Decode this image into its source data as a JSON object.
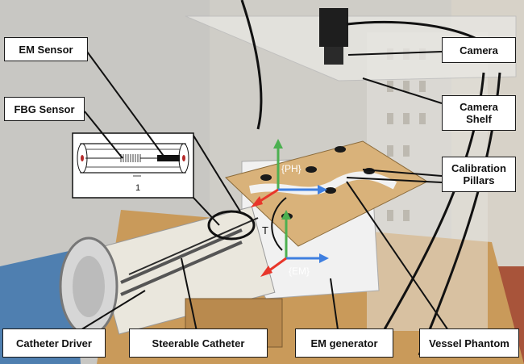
{
  "labels": {
    "em_sensor": "EM Sensor",
    "fbg_sensor": "FBG Sensor",
    "camera": "Camera",
    "camera_shelf_line1": "Camera",
    "camera_shelf_line2": "Shelf",
    "calibration_line1": "Calibration",
    "calibration_line2": "Pillars",
    "catheter_driver": "Catheter Driver",
    "steerable_catheter": "Steerable Catheter",
    "em_generator": "EM generator",
    "vessel_phantom": "Vessel Phantom"
  },
  "frames": {
    "ph": "{PH}",
    "em": "{EM}",
    "transform": "T"
  },
  "inset": {
    "scale_value": "1"
  },
  "colors": {
    "label_border": "#1a1a1a",
    "axis_x": "#e8362a",
    "axis_y": "#4cb050",
    "axis_z": "#3f7fe0"
  }
}
